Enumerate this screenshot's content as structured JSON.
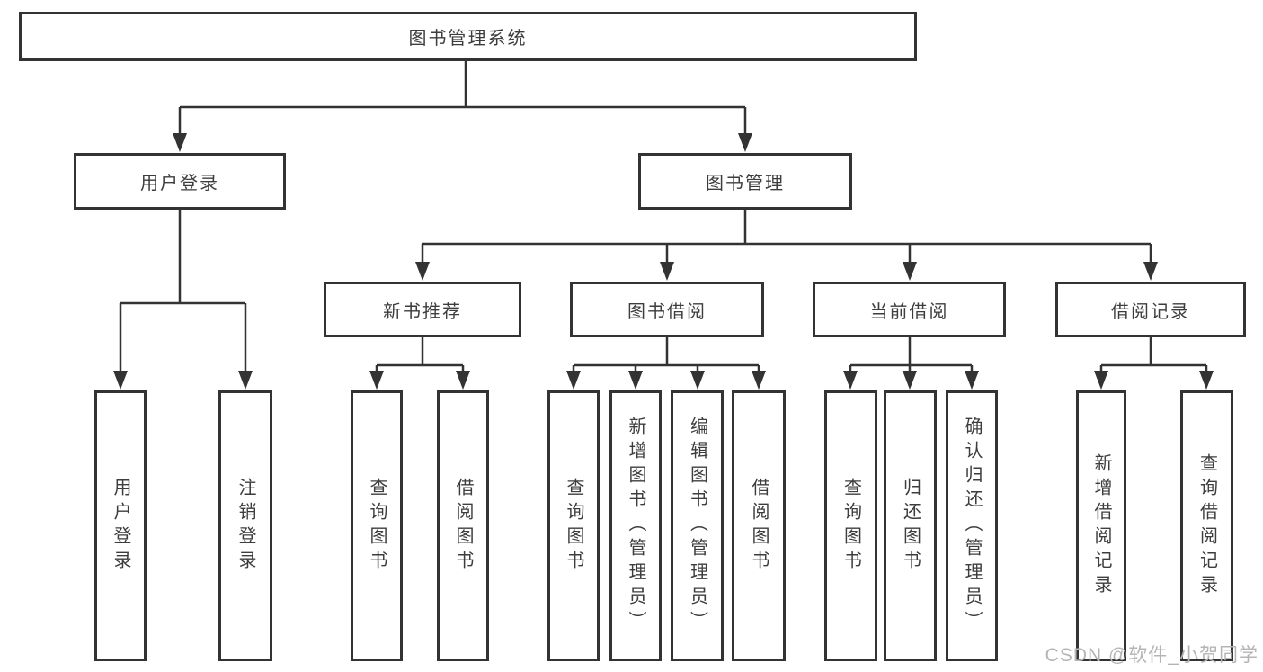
{
  "tree": {
    "root": {
      "label": "图书管理系统"
    },
    "user_login": {
      "label": "用户登录",
      "children": [
        {
          "label": "用户登录"
        },
        {
          "label": "注销登录"
        }
      ]
    },
    "book_mgmt": {
      "label": "图书管理"
    },
    "new_book": {
      "label": "新书推荐",
      "children": [
        {
          "label": "查询图书"
        },
        {
          "label": "借阅图书"
        }
      ]
    },
    "borrow": {
      "label": "图书借阅",
      "children": [
        {
          "label": "查询图书"
        },
        {
          "label": "新增图书（管理员）"
        },
        {
          "label": "编辑图书（管理员）"
        },
        {
          "label": "借阅图书"
        }
      ]
    },
    "current": {
      "label": "当前借阅",
      "children": [
        {
          "label": "查询图书"
        },
        {
          "label": "归还图书"
        },
        {
          "label": "确认归还（管理员）"
        }
      ]
    },
    "records": {
      "label": "借阅记录",
      "children": [
        {
          "label": "新增借阅记录"
        },
        {
          "label": "查询借阅记录"
        }
      ]
    }
  },
  "watermark": "CSDN @软件_小贺同学",
  "colors": {
    "line": "#333333",
    "box_border": "#333333",
    "text": "#3d3d3d",
    "watermark": "#b5b5b5",
    "background": "#ffffff"
  }
}
